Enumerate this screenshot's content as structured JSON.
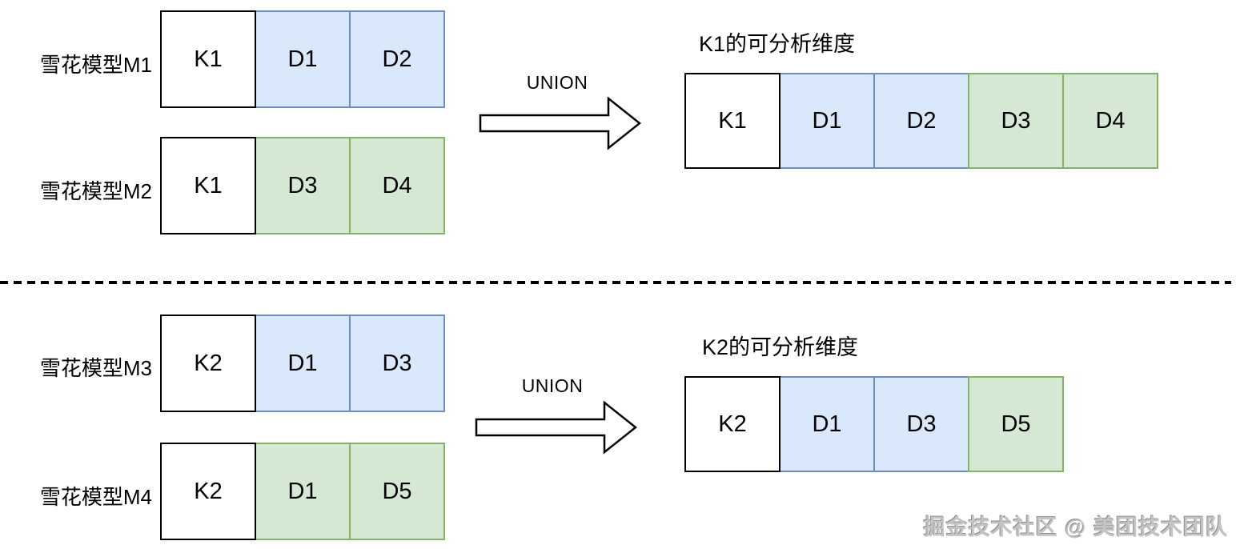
{
  "colors": {
    "blue_fill": "#dae8fc",
    "blue_border": "#6c8ebf",
    "green_fill": "#d5e8d4",
    "green_border": "#82b366",
    "key_fill": "#ffffff",
    "key_border": "#000000"
  },
  "sections": [
    {
      "models": [
        {
          "label": "雪花模型M1",
          "cells": [
            {
              "text": "K1",
              "type": "key"
            },
            {
              "text": "D1",
              "type": "blue"
            },
            {
              "text": "D2",
              "type": "blue"
            }
          ]
        },
        {
          "label": "雪花模型M2",
          "cells": [
            {
              "text": "K1",
              "type": "key"
            },
            {
              "text": "D3",
              "type": "green"
            },
            {
              "text": "D4",
              "type": "green"
            }
          ]
        }
      ],
      "union_label": "UNION",
      "result": {
        "title": "K1的可分析维度",
        "cells": [
          {
            "text": "K1",
            "type": "key"
          },
          {
            "text": "D1",
            "type": "blue"
          },
          {
            "text": "D2",
            "type": "blue"
          },
          {
            "text": "D3",
            "type": "green"
          },
          {
            "text": "D4",
            "type": "green"
          }
        ]
      }
    },
    {
      "models": [
        {
          "label": "雪花模型M3",
          "cells": [
            {
              "text": "K2",
              "type": "key"
            },
            {
              "text": "D1",
              "type": "blue"
            },
            {
              "text": "D3",
              "type": "blue"
            }
          ]
        },
        {
          "label": "雪花模型M4",
          "cells": [
            {
              "text": "K2",
              "type": "key"
            },
            {
              "text": "D1",
              "type": "green"
            },
            {
              "text": "D5",
              "type": "green"
            }
          ]
        }
      ],
      "union_label": "UNION",
      "result": {
        "title": "K2的可分析维度",
        "cells": [
          {
            "text": "K2",
            "type": "key"
          },
          {
            "text": "D1",
            "type": "blue"
          },
          {
            "text": "D3",
            "type": "blue"
          },
          {
            "text": "D5",
            "type": "green"
          }
        ]
      }
    }
  ],
  "watermark": "掘金技术社区 @ 美团技术团队"
}
